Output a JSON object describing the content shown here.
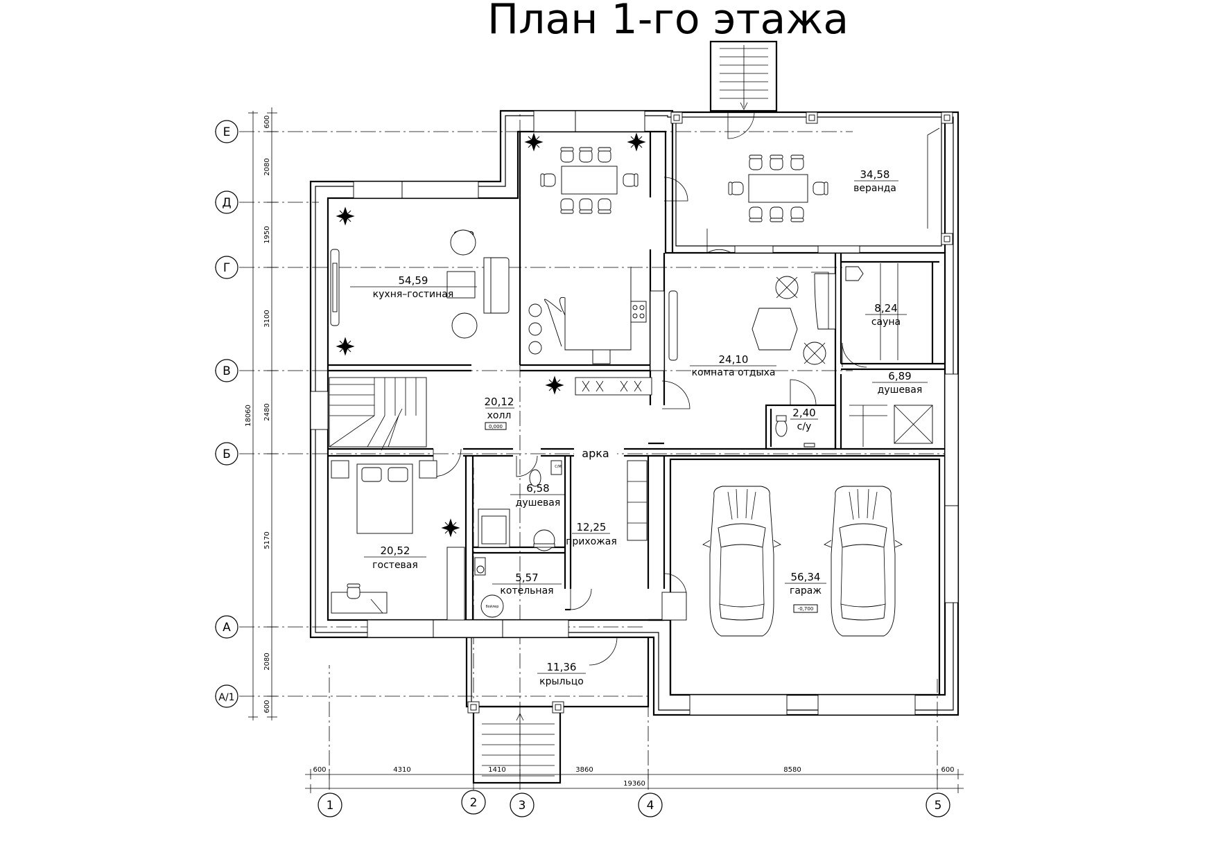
{
  "title": "План 1-го этажа",
  "rooms": [
    {
      "id": "kitchen",
      "area": "54,59",
      "name": "кухня–гостиная"
    },
    {
      "id": "veranda",
      "area": "34,58",
      "name": "веранда"
    },
    {
      "id": "rest",
      "area": "24,10",
      "name": "комната отдыха"
    },
    {
      "id": "sauna",
      "area": "8,24",
      "name": "сауна"
    },
    {
      "id": "shower1",
      "area": "6,89",
      "name": "душевая"
    },
    {
      "id": "wc",
      "area": "2,40",
      "name": "с/у"
    },
    {
      "id": "hall",
      "area": "20,12",
      "name": "холл"
    },
    {
      "id": "shower2",
      "area": "6,58",
      "name": "душевая"
    },
    {
      "id": "guest",
      "area": "20,52",
      "name": "гостевая"
    },
    {
      "id": "entry",
      "area": "12,25",
      "name": "прихожая"
    },
    {
      "id": "boiler",
      "area": "5,57",
      "name": "котельная"
    },
    {
      "id": "porch",
      "area": "11,36",
      "name": "крыльцо"
    },
    {
      "id": "garage",
      "area": "56,34",
      "name": "гараж"
    }
  ],
  "tags": {
    "arch": "арка",
    "hall_level": "0,000",
    "garage_level": "-0,700",
    "boiler_label": "бойлер",
    "wc_small": "С/М"
  },
  "axes_letters": [
    "Е",
    "Д",
    "Г",
    "В",
    "Б",
    "А",
    "А/1"
  ],
  "axes_numbers": [
    "1",
    "2",
    "3",
    "4",
    "5"
  ],
  "dims_left": [
    "600",
    "2080",
    "1950",
    "3100",
    "2480",
    "5170",
    "2080",
    "600"
  ],
  "dim_left_total": "18060",
  "dims_bottom": [
    "600",
    "4310",
    "1410",
    "3860",
    "8580",
    "600"
  ],
  "dim_bottom_total": "19360"
}
